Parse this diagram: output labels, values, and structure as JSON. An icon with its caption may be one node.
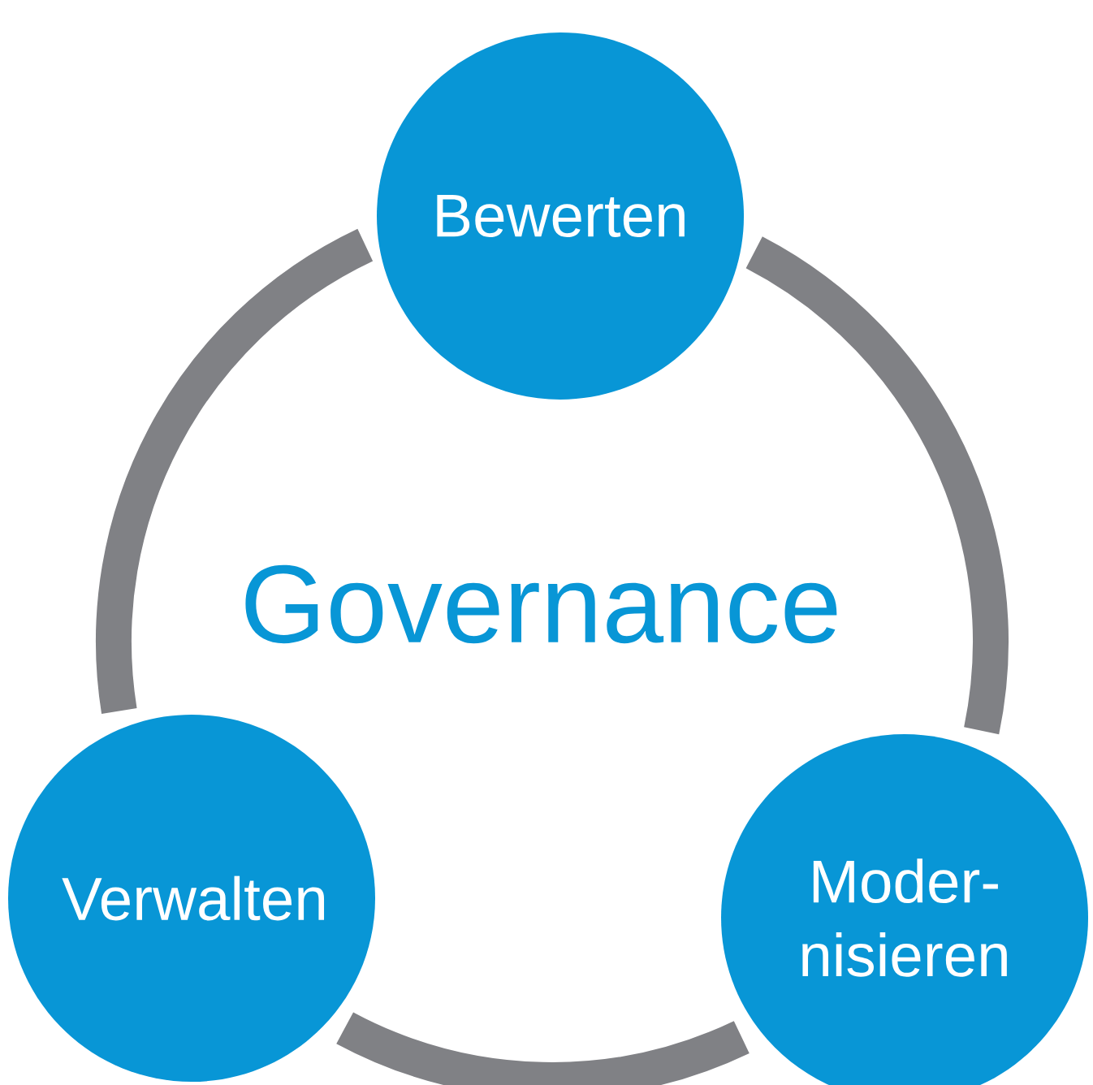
{
  "diagram": {
    "nodes": [
      {
        "text": [
          "Bewerten"
        ]
      },
      {
        "text": [
          "Moder- nisieren"
        ]
      },
      {
        "text": [
          "Verwalten"
        ]
      }
    ],
    "edges": [
      {
        "from": 0,
        "to": 1,
        "arrow": "none"
      },
      {
        "from": 1,
        "to": 2,
        "arrow": "none"
      },
      {
        "from": 2,
        "to": 0,
        "arrow": "none"
      }
    ],
    "labels": [
      "Governance"
    ]
  }
}
